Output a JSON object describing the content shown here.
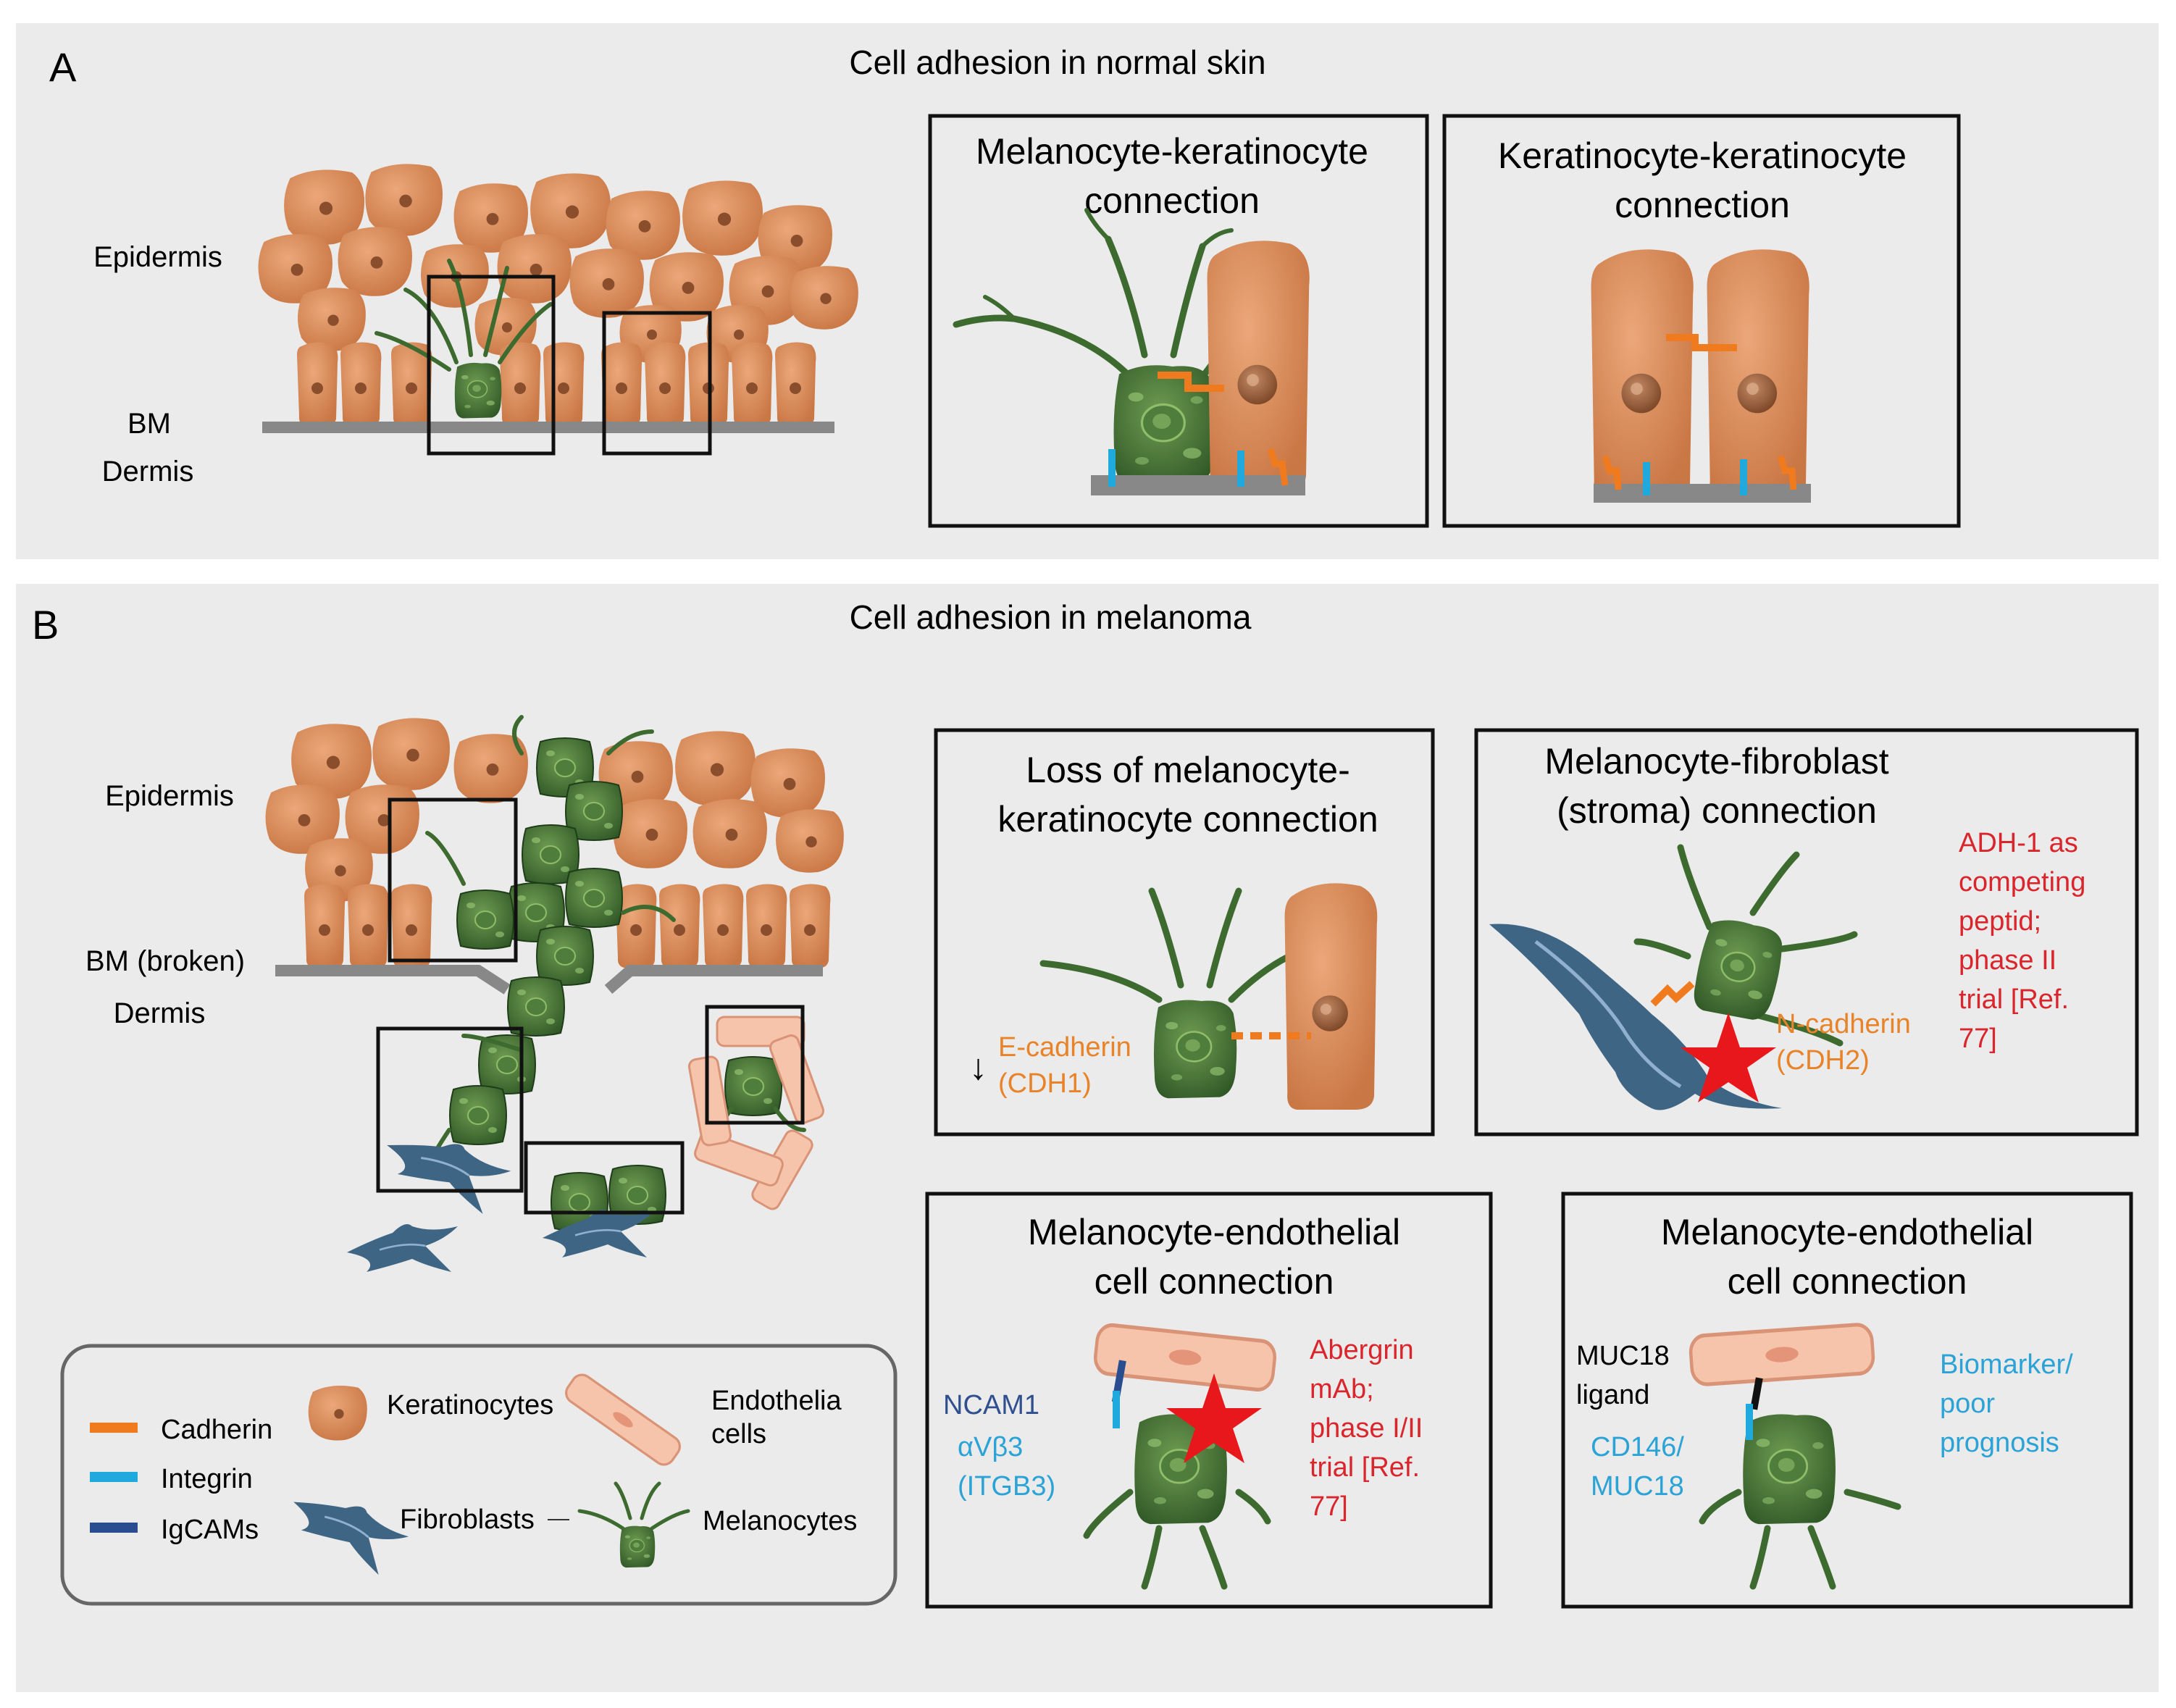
{
  "colors": {
    "panel_bg": "#ebebeb",
    "keratinocyte": "#d98a59",
    "keratinocyte_dark": "#b86a3c",
    "melanocyte": "#3d6b2f",
    "melanocyte_light": "#6d9a4e",
    "fibroblast": "#3f6585",
    "endothelial": "#f6c3ab",
    "cadherin": "#f07a1e",
    "integrin": "#1fa9dc",
    "igcam": "#2a4d8f",
    "membrane": "#888888",
    "text_orange": "#e8832a",
    "text_red": "#d9262c",
    "text_blue": "#2ba3d6",
    "text_navy": "#2f4f8f",
    "star": "#e8171c"
  },
  "panel_a": {
    "letter": "A",
    "title": "Cell adhesion in normal skin",
    "label_epidermis": "Epidermis",
    "label_bm": "BM",
    "label_dermis": "Dermis",
    "box1_title_line1": "Melanocyte-keratinocyte",
    "box1_title_line2": "connection",
    "box2_title_line1": "Keratinocyte-keratinocyte",
    "box2_title_line2": "connection"
  },
  "panel_b": {
    "letter": "B",
    "title": "Cell adhesion in melanoma",
    "label_epidermis": "Epidermis",
    "label_bm": "BM (broken)",
    "label_dermis": "Dermis",
    "box1": {
      "title_line1": "Loss of melanocyte-",
      "title_line2": "keratinocyte connection",
      "arrow": "↓",
      "marker_line1": "E-cadherin",
      "marker_line2": "(CDH1)"
    },
    "box2": {
      "title_line1": "Melanocyte-fibroblast",
      "title_line2": "(stroma) connection",
      "marker_line1": "N-cadherin",
      "marker_line2": "(CDH2)",
      "therapy_lines": [
        "ADH-1 as",
        "competing",
        "peptid;",
        "phase II",
        "trial [Ref.",
        "77]"
      ]
    },
    "box3": {
      "title_line1": "Melanocyte-endothelial",
      "title_line2": "cell connection",
      "marker_igcam": "NCAM1",
      "marker_integrin_line1": "αVβ3",
      "marker_integrin_line2": "(ITGB3)",
      "therapy_lines": [
        "Abergrin",
        "mAb;",
        "phase I/II",
        "trial [Ref.",
        "77]"
      ]
    },
    "box4": {
      "title_line1": "Melanocyte-endothelial",
      "title_line2": "cell connection",
      "ligand_line1": "MUC18",
      "ligand_line2": "ligand",
      "marker_line1": "CD146/",
      "marker_line2": "MUC18",
      "note_lines": [
        "Biomarker/",
        "poor",
        "prognosis"
      ]
    }
  },
  "legend": {
    "cadherin": "Cadherin",
    "integrin": "Integrin",
    "igcams": "IgCAMs",
    "keratinocytes": "Keratinocytes",
    "endothelia_line1": "Endothelia",
    "endothelia_line2": "cells",
    "fibroblasts": "Fibroblasts",
    "melanocytes": "Melanocytes"
  }
}
